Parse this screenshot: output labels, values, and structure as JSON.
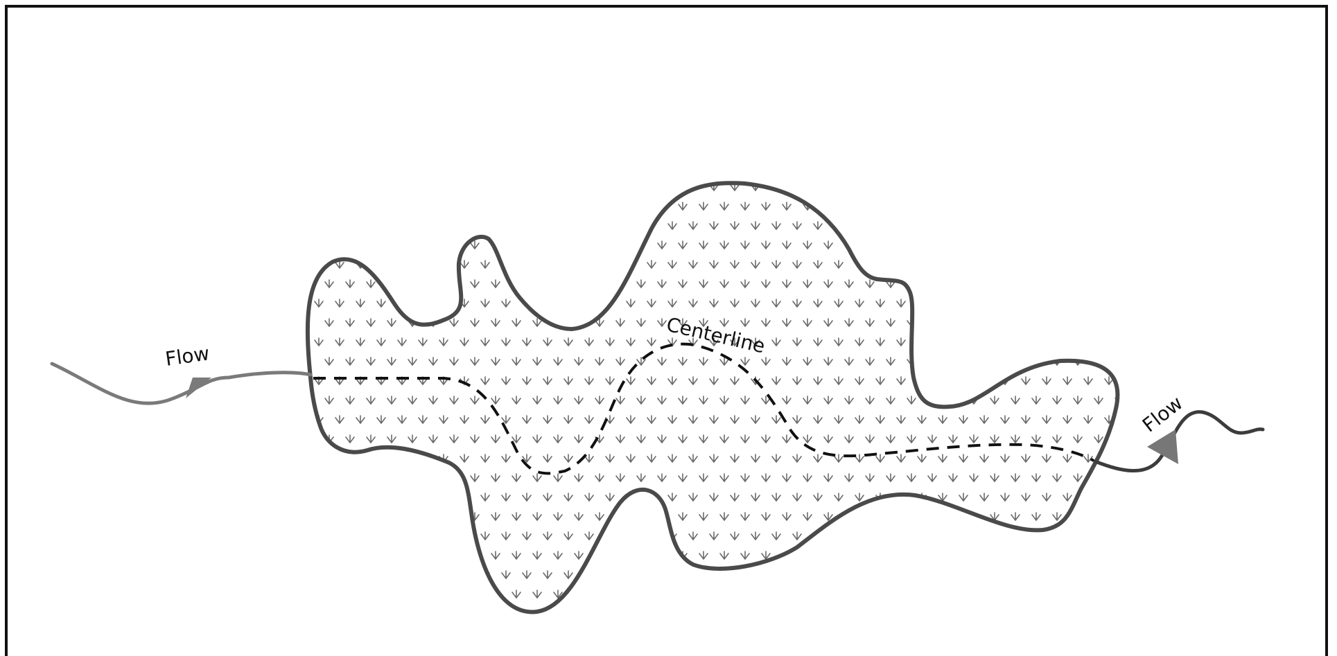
{
  "labels": {
    "flow_in": "Flow",
    "flow_out": "Flow",
    "centerline": "Centerline"
  },
  "colors": {
    "outline": "#4a4a4a",
    "inflow": "#7a7a7a",
    "outflow": "#3c3c3c",
    "centerline": "#111111",
    "marsh_symbol": "#6a6a6a",
    "frame": "#111111"
  },
  "icons": {
    "wetland_fill": "marsh-vegetation-symbol",
    "flow_direction": "arrowhead"
  }
}
